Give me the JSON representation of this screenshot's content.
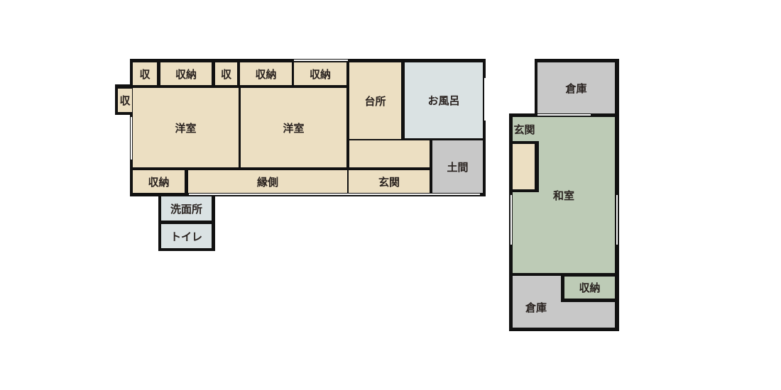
{
  "main_house": {
    "rooms": {
      "shu1": "収",
      "shuno1": "収納",
      "shu2": "収",
      "shuno2": "収納",
      "shuno3": "収納",
      "shu_left": "収",
      "yoshitsu1": "洋室",
      "yoshitsu2": "洋室",
      "daidokoro": "台所",
      "ofuro": "お風呂",
      "doma": "土間",
      "shuno4": "収納",
      "engawa": "縁側",
      "genkan": "玄関",
      "senmenjo": "洗面所",
      "toilet": "トイレ"
    }
  },
  "annex": {
    "rooms": {
      "soko_top": "倉庫",
      "genkan": "玄関",
      "washitsu": "和室",
      "shuno": "収納",
      "soko_bottom": "倉庫"
    }
  },
  "colors": {
    "floor": "#ecdfc2",
    "wet": "#dae2e3",
    "earth": "#c8c8c8",
    "tatami": "#bdcbb6",
    "wall": "#111111"
  }
}
